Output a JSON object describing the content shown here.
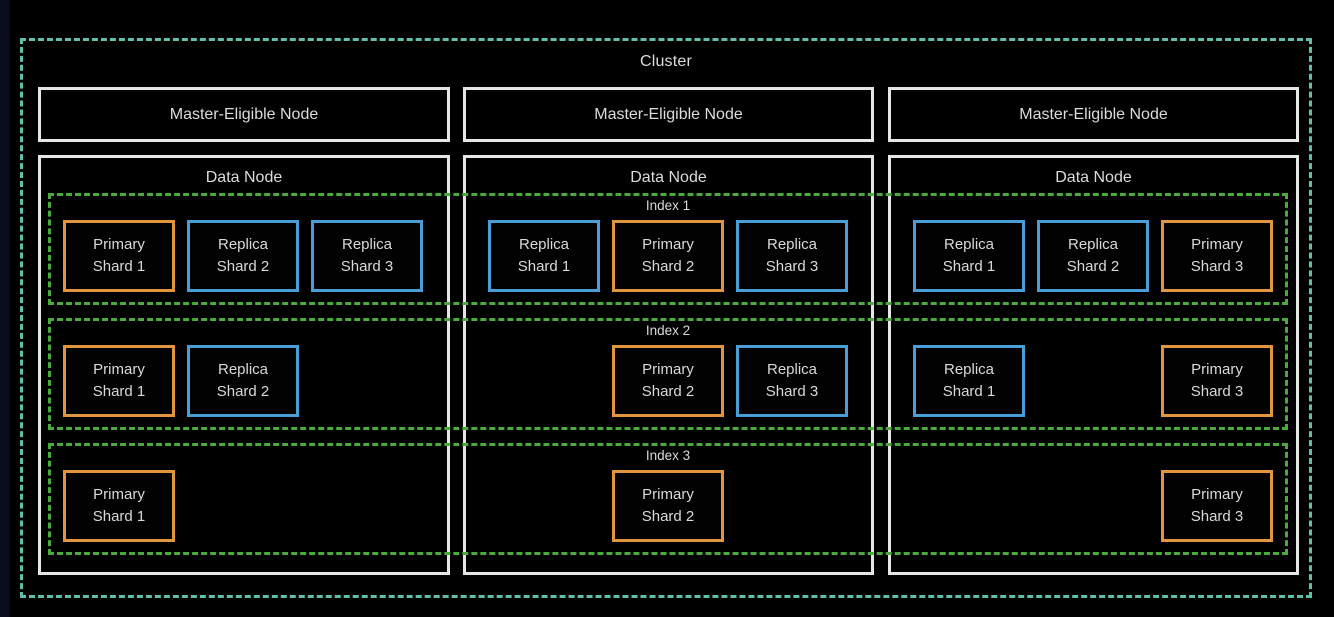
{
  "cluster": {
    "label": "Cluster"
  },
  "nodes": {
    "columns": [
      {
        "master_label": "Master-Eligible Node",
        "data_label": "Data Node"
      },
      {
        "master_label": "Master-Eligible Node",
        "data_label": "Data Node"
      },
      {
        "master_label": "Master-Eligible Node",
        "data_label": "Data Node"
      }
    ]
  },
  "indices": [
    {
      "label": "Index 1",
      "shards": [
        {
          "node": 0,
          "slot": 0,
          "role": "Primary",
          "shard": "Shard 1"
        },
        {
          "node": 0,
          "slot": 1,
          "role": "Replica",
          "shard": "Shard 2"
        },
        {
          "node": 0,
          "slot": 2,
          "role": "Replica",
          "shard": "Shard 3"
        },
        {
          "node": 1,
          "slot": 0,
          "role": "Replica",
          "shard": "Shard 1"
        },
        {
          "node": 1,
          "slot": 1,
          "role": "Primary",
          "shard": "Shard 2"
        },
        {
          "node": 1,
          "slot": 2,
          "role": "Replica",
          "shard": "Shard 3"
        },
        {
          "node": 2,
          "slot": 0,
          "role": "Replica",
          "shard": "Shard 1"
        },
        {
          "node": 2,
          "slot": 1,
          "role": "Replica",
          "shard": "Shard 2"
        },
        {
          "node": 2,
          "slot": 2,
          "role": "Primary",
          "shard": "Shard 3"
        }
      ]
    },
    {
      "label": "Index 2",
      "shards": [
        {
          "node": 0,
          "slot": 0,
          "role": "Primary",
          "shard": "Shard 1"
        },
        {
          "node": 0,
          "slot": 1,
          "role": "Replica",
          "shard": "Shard 2"
        },
        {
          "node": 1,
          "slot": 1,
          "role": "Primary",
          "shard": "Shard 2"
        },
        {
          "node": 1,
          "slot": 2,
          "role": "Replica",
          "shard": "Shard 3"
        },
        {
          "node": 2,
          "slot": 0,
          "role": "Replica",
          "shard": "Shard 1"
        },
        {
          "node": 2,
          "slot": 2,
          "role": "Primary",
          "shard": "Shard 3"
        }
      ]
    },
    {
      "label": "Index 3",
      "shards": [
        {
          "node": 0,
          "slot": 0,
          "role": "Primary",
          "shard": "Shard 1"
        },
        {
          "node": 1,
          "slot": 1,
          "role": "Primary",
          "shard": "Shard 2"
        },
        {
          "node": 2,
          "slot": 2,
          "role": "Primary",
          "shard": "Shard 3"
        }
      ]
    }
  ],
  "colors": {
    "background": "#000000",
    "text": "#dcdcdc",
    "cluster_border": "#5fbfab",
    "node_border": "#e6e6e6",
    "index_border": "#48ab3a",
    "primary_shard_border": "#e2953f",
    "replica_shard_border": "#4a9ed6"
  }
}
